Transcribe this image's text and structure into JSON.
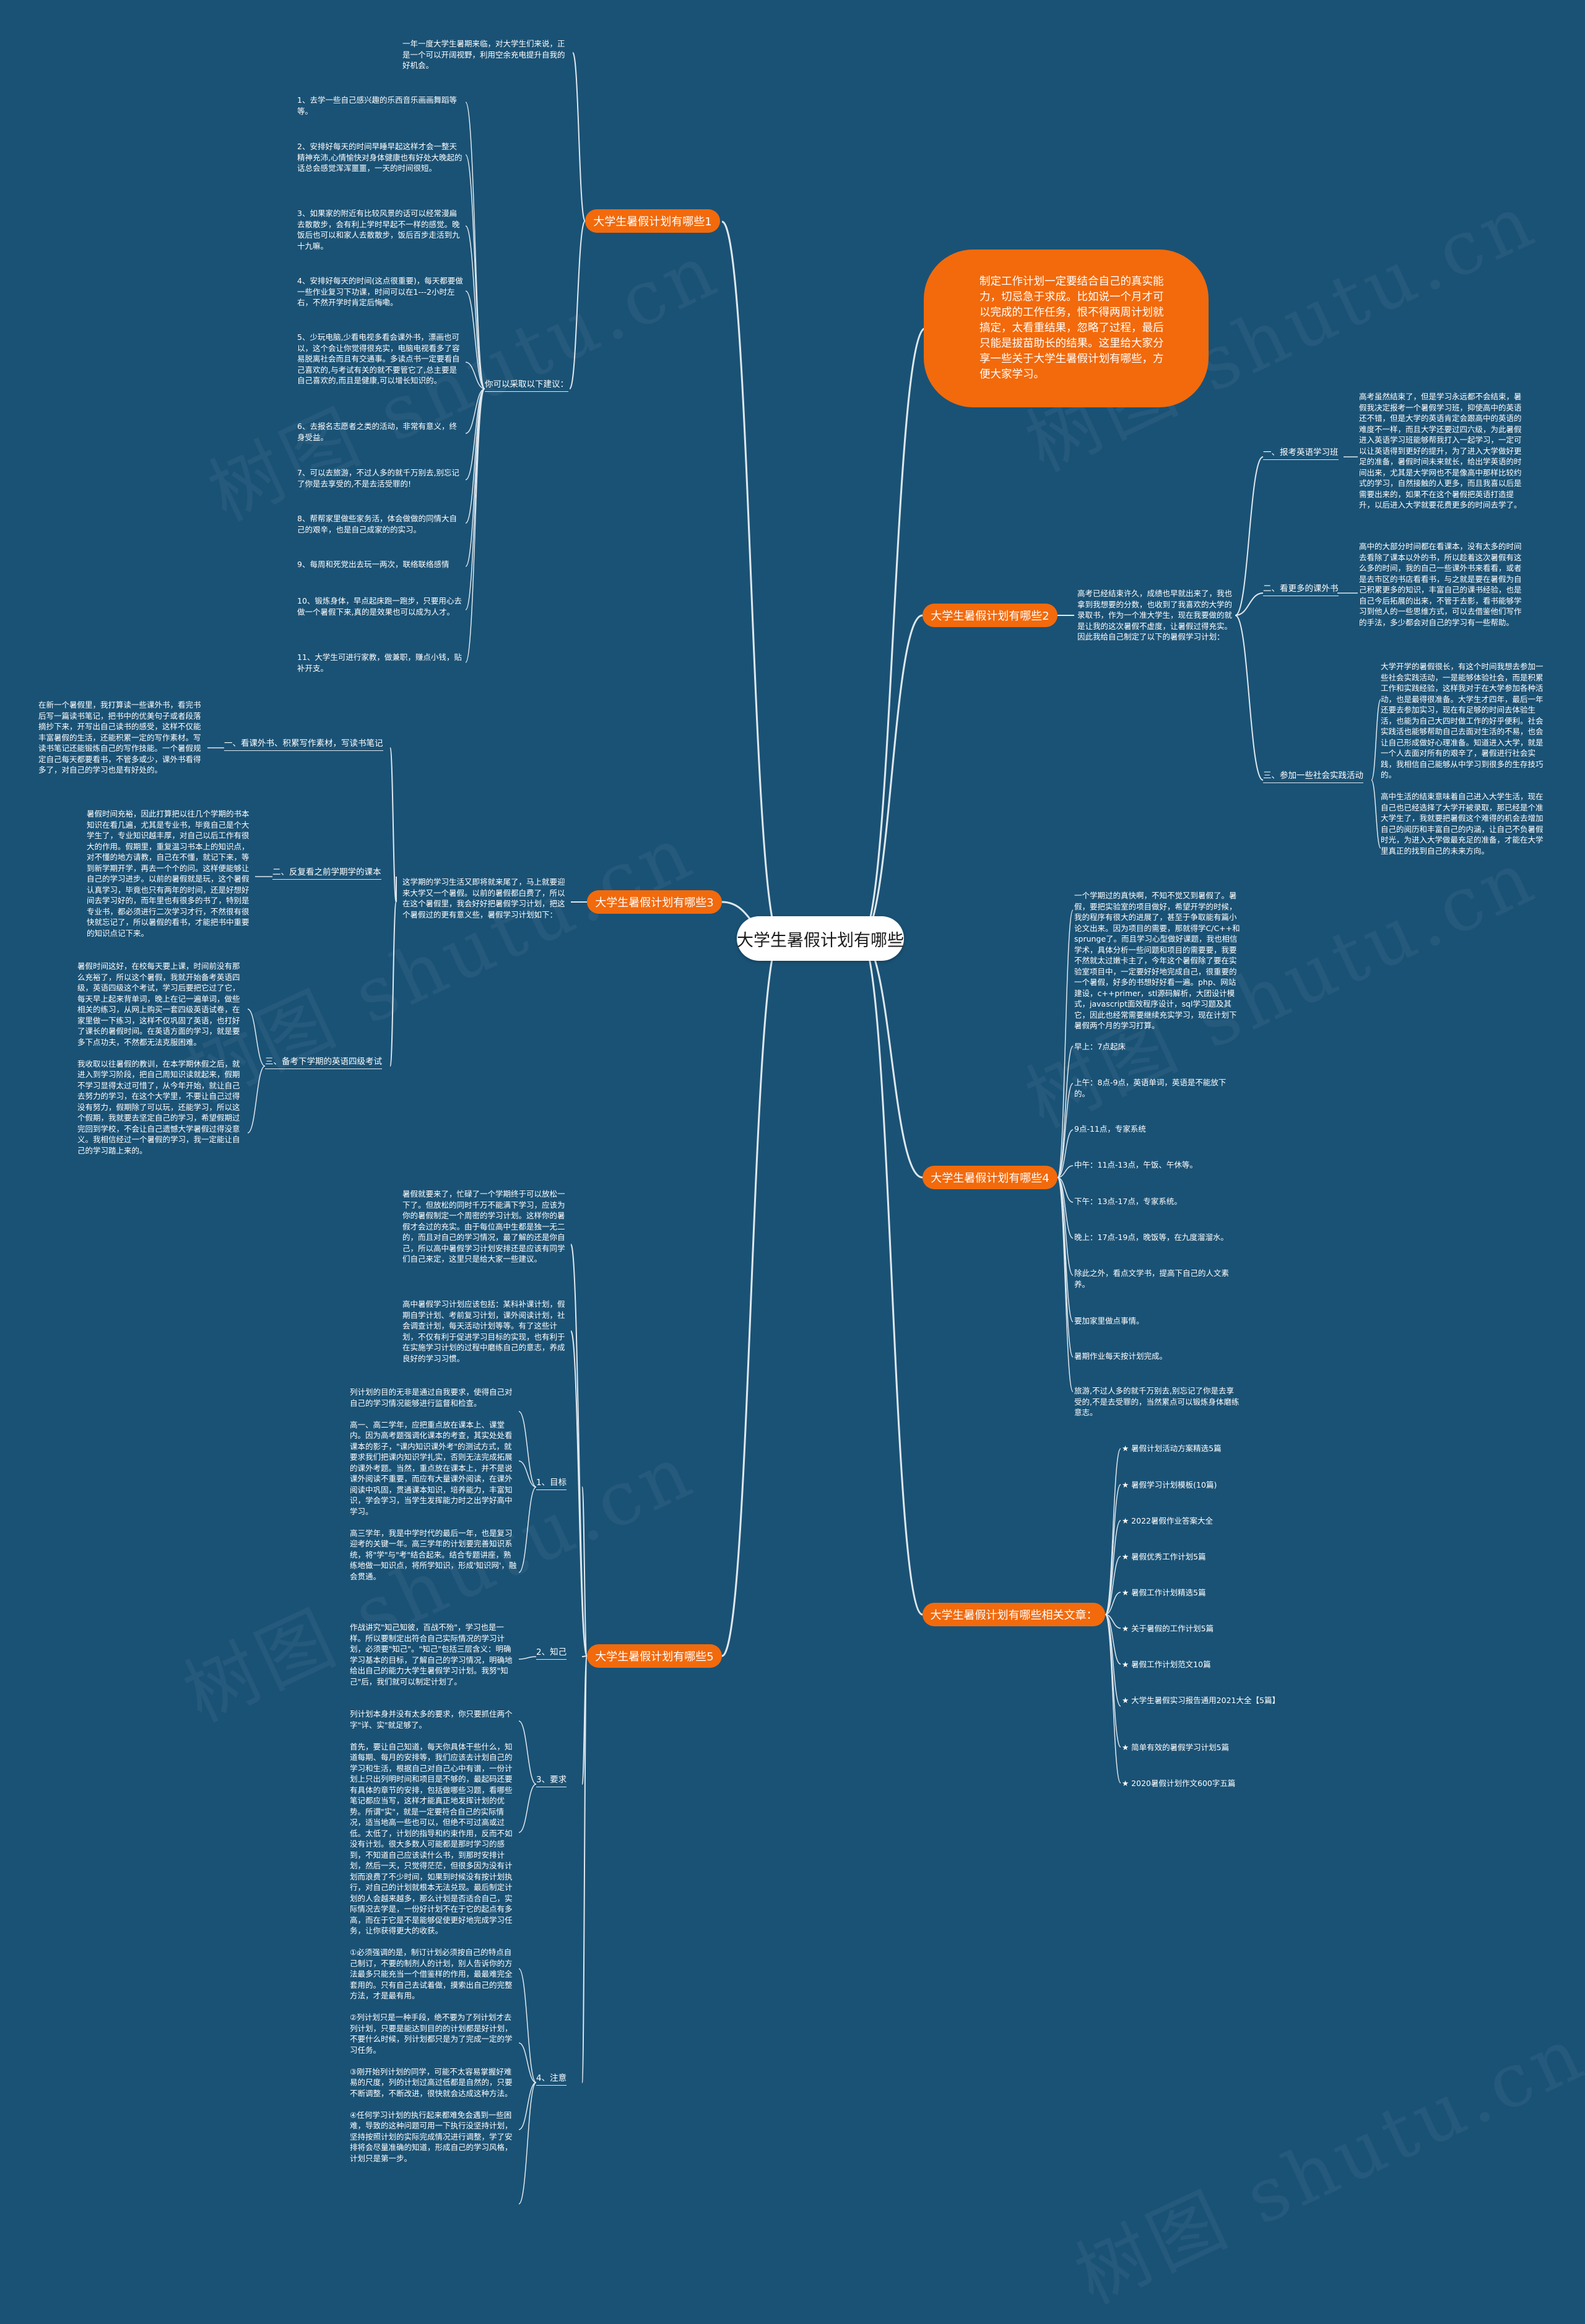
{
  "center": {
    "title": "大学生暑假计划有哪些"
  },
  "intro": {
    "text": "制定工作计划一定要结合自己的真实能力，切忌急于求成。比如说一个月才可以完成的工作任务，恨不得两周计划就搞定，太看重结果，忽略了过程，最后只能是拔苗助长的结果。这里给大家分享一些关于大学生暑假计划有哪些，方便大家学习。"
  },
  "b1": {
    "label": "大学生暑假计划有哪些1",
    "intro": "一年一度大学生暑期来临，对大学生们来说，正是一个可以开阔视野，利用空余充电提升自我的好机会。",
    "sub": "你可以采取以下建议：",
    "items": [
      "1、去学一些自己感兴趣的乐西音乐画画舞蹈等等。",
      "2、安排好每天的时间早睡早起这样才会一整天精神充沛,心情愉快对身体健康也有好处大晚起的话总会感觉浑浑噩噩，一天的时间很短。",
      "3、如果家的附近有比较风景的话可以经常漫扁去散散步，会有利上学时早起不一样的感觉。晚饭后也可以和家人去散散步，饭后百步走活到九十九嘛。",
      "4、安排好每天的时间(这点很重要)，每天都要做一些作业复习下功课，时间可以在1---2小时左右，不然开学时肯定后悔嘞。",
      "5、少玩电脑,少看电视多看会课外书，漂画也可以，这个会让你觉得很充实，电脑电视看多了容易脱离社会而且有交通事。多读点书一定要看自己喜欢的,与考试有关的就不要管它了,总主要是自己喜欢的,而且是健康,可以增长知识的。",
      "6、去报名志愿者之类的活动，非常有意义，终身受益。",
      "7、可以去旅游，不过人多的就千万别去,别忘记了你是去享受的,不是去活受罪的!",
      "8、帮帮家里做些家务活，体会做做的同情大自己的艰辛，也是自己成家的的实习。",
      "9、每周和死党出去玩一两次，联络联络感情",
      "10、锻炼身体，早点起床跑一跑步，只要用心去做一个暑假下来,真的是效果也可以成为人才。",
      "11、大学生可进行家教，做兼职，赚点小钱，贴补开支。"
    ]
  },
  "b2": {
    "label": "大学生暑假计划有哪些2",
    "intro": "高考已经结束许久，成绩也早就出来了，我也拿到我想要的分数，也收到了我喜欢的大学的录取书，作为一个准大学生，现在我要做的就是让我的这次暑假不虚度，让暑假过得充实。因此我给自己制定了以下的暑假学习计划：",
    "subs": [
      {
        "label": "一、报考英语学习班",
        "text": "高考虽然结束了，但是学习永远都不会结束，暑假我决定报考一个暑假学习班，抑使高中的英语还不错，但是大学的英语肯定会跟高中的英语的难度不一样，而且大学还要过四六级，为此暑假进入英语学习班能够帮我打入一起学习，一定可以让英语得到更好的提升，为了进入大学做好更足的准备，暑假时间未来就长，给出学英语的时间出来，尤其是大学网也不是像高中那样比较约式的学习，自然接触的人更多，而且我喜以后是需要出来的，如果不在这个暑假把英语打造提升，以后进入大学就要花费更多的时间去学了。"
      },
      {
        "label": "二、看更多的课外书",
        "text": "高中的大部分时间都在看课本，没有太多的时间去看除了课本以外的书，所以趁着这次暑假有这么多的时间，我的自己一些课外书来看看，或者是去市区的书店看看书，与之就是要在暑假为自己积累更多的知识，丰富自己的课书经验，也是自己今后拓展的出来，不管于去影，看书能够学习到他人的一些思维方式，可以去借鉴他们写作的手法，多少都会对自己的学习有一些帮助。"
      },
      {
        "label": "三、参加一些社会实践活动",
        "text": "大学开学的暑假很长，有这个时间我想去参加一些社会实践活动，一是能够体验社会，而是积累工作和实践经验，这样我对于在大学参加各种活动，也是最得很准备。大学生才四年，最后一年还要去参加实习，现在有足够的时间去体验生活，也能为自己大四时做工作的好乎便利。社会实践活也能够帮助自己去面对生活的不易，也会让自己形成做好心理准备。知道进入大学，就是一个人去面对所有的艰辛了，暑假进行社会实践，我相信自己能够从中学习到很多的生存技巧的。\n\n高中生活的结束意味着自己进入大学生活，现在自己也已经选择了大学开被录取，那已经是个准大学生了，我就要把暑假这个难得的机会去增加自己的阅历和丰富自己的内涵，让自己不负暑假时光，为进入大学做最充足的准备，才能在大学里真正的找到自己的未来方向。"
      }
    ]
  },
  "b3": {
    "label": "大学生暑假计划有哪些3",
    "intro": "这学期的学习生活又即将就来尾了，马上就要迎来大学又一个暑假。以前的暑假都白费了，所以在这个暑假里，我会好好把暑假学习计划，把这个暑假过的更有意义些，暑假学习计划如下：",
    "subs": [
      {
        "label": "一、看课外书、积累写作素材，写读书笔记",
        "text": "在新一个暑假里，我打算读一些课外书，看完书后写一篇读书笔记，把书中的优美句子或者段落摘抄下来，开写出自己读书的感受，这样不仅能丰富暑假的生活，还能积累一定的写作素材。写读书笔记还能锻炼自己的写作技能。一个暑假规定自己每天都要看书，不管多或少，课外书看得多了，对自己的学习也是有好处的。"
      },
      {
        "label": "二、反复看之前学期学的课本",
        "text": "暑假时间充裕，因此打算把以往几个学期的书本知识在看几遍，尤其是专业书，毕竟自己是个大学生了，专业知识越丰厚，对自己以后工作有很大的作用。假期里，重复温习书本上的知识点，对不懂的地方请教，自己在不懂，就记下来，等到新学期开学，再去一个个的问。这样便能够让自己的学习进步。以前的暑假就是玩，这个暑假认真学习，毕竟也只有两年的时间，还是好想好间去学习好的，而年里也有很多的书了，特别是专业书，都必须进行二次学习才行，不然很有很快就忘记了，所以暑假的看书，才能把书中重要的知识点记下来。"
      },
      {
        "label": "三、备考下学期的英语四级考试",
        "text": "暑假时间这好，在校每天要上课，时间前没有那么充裕了，所以这个暑假，我就开始备考英语四级，英语四级这个考试，学习后要把它过了它，每天早上起来背单词，晚上在记一遍单词，做些相关的练习，从网上购买一套四级英语试卷，在家里做一下练习，这样不仅巩固了英语，也打好了课长的暑假时间。在英语方面的学习，就是要多下点功夫，不然都无法克服困难。\n\n我收取以往暑假的教训，在本学期休假之后，就进入到学习阶段，把自己周知识读就起来，假期不学习显得太过可惜了，从今年开始，就让自己去努力的学习，在这个大学里，不要让自己过得没有努力，假期除了可以玩，还能学习，所以这个假期，我就要去坚定自己的学习，希望假期过完回到学校，不会让自己遗憾大学暑假过得没意义。我相信经过一个暑假的学习，我一定能让自己的学习踏上来的。"
      }
    ]
  },
  "b4": {
    "label": "大学生暑假计划有哪些4",
    "intro": "一个学期过的真快啊，不知不觉又到暑假了。暑假，要把实验室的项目做好，希望开学的时候，我的程序有很大的进展了，甚至于争取能有篇小论文出来。因为项目的需要，那就得学C/C++和sprunge了。而且学习心型做好课题，我也相信学术，具体分析一些问题和项目的需要要，我要不然就太过嫩卡主了，今年这个暑假除了要在实验室项目中，一定要好好地完成自己，很重要的一个暑假，好多的书想好好看一遍。php、网站建设，c++primer，stl源码解析，大团设计模式，javascript面效程序设计，sql学习题及其它，因此也经常需要继续充实学习，现在计划下暑假两个月的学习打算。",
    "items": [
      "早上：7点起床",
      "上午：8点-9点，英语单词，英语是不能放下的。",
      "9点-11点，专家系统",
      "中午：11点-13点，午饭、午休等。",
      "下午：13点-17点，专家系统。",
      "晚上：17点-19点，晚饭等，在九度溜溜水。",
      "除此之外，看点文学书，提高下自己的人文素养。",
      "要加家里做点事情。",
      "暑期作业每天按计划完成。",
      "旅游,不过人多的就千万别去,别忘记了你是去享受的,不是去受罪的，当然累点可以锻炼身体磨练意志。"
    ]
  },
  "b5": {
    "label": "大学生暑假计划有哪些5",
    "intro1": "暑假就要来了，忙碌了一个学期终于可以放松一下了。但放松的同时千万不能满下学习，应该为你的暑假制定一个周密的学习计划。这样你的暑假才会过的充实。由于每位高中生都是独一无二的，而且对自己的学习情况，最了解的还是你自己，所以高中暑假学习计划安排还是应该有同学们自己来定，这里只是给大家一些建议。",
    "intro2": "高中暑假学习计划应该包括：某科补课计划，假期自学计划、考前复习计划，课外阅读计划，社会调查计划，每天活动计划等等。有了这些计划，不仅有利于促进学习目标的实现，也有利于在实施学习计划的过程中磨练自己的意志，养成良好的学习习惯。",
    "subs": [
      {
        "label": "1、目标",
        "text": "列计划的目的无非是通过自我要求，使得自己对自己的学习情况能够进行监督和检查。\n\n高一、高二学年，应把重点放在课本上、课堂内。因为高考题强调化课本的考查，其实处处看课本的影子，\"课内知识课外考\"的测试方式，就要求我们把课内知识学扎实，否则无法完成拓展的课外考题。当然，重点放在课本上，并不是说课外阅读不重要，而应有大量课外阅读，在课外阅读中巩固，贯通课本知识，培养能力，丰富知识，学会学习，当学生发挥能力时之出学好高中学习。\n\n高三学年，我是中学时代的最后一年，也是复习迎考的关键一年。高三学年的计划要完善知识系统，将\"学\"与\"考\"结合起来。结合专题讲座，熟练地做一知识点，将所学知识，形成'知识网'，融会贯通。"
      },
      {
        "label": "2、知己",
        "text": "作战讲究\"知己知彼，百战不殆\"，学习也是一样。所以要制定出符合自己实际情况的学习计划，必须要\"知己\"。\"知己\"包括三层含义：明确学习基本的目标，了解自己的学习情况，明确地给出自己的能力大学生暑假学习计划。我努\"知己\"后，我们就可以制定计划了。"
      },
      {
        "label": "3、要求",
        "text": "列计划本身并没有太多的要求，你只要抓住两个字\"详、实\"就足够了。\n\n首先，要让自己知道，每天你具体干些什么，知道每期、每月的安排等，我们应该去计划自己的学习和生活，根据自己对自己心中有谱，一份计划上只出列明时间和项目是不够的，最起码还要有具体的章节的安排，包括做哪些习题，看哪些笔记都应当写，这样才能真正地发挥计划的优势。所谓\"实\"，就是一定要符合自己的实际情况，适当地高一些也可以，但绝不可过高或过低。太低了，计划的指导和约束作用，反而不如没有计划。很大多数人可能都是那时学习的感到，不知道自己应该读什么书，到那时安排计划，然后一天，只觉得茫茫，但很多因为没有计划而浪费了不少时间，如果到时候没有按计划执行，对自己的计划就根本无法兑现。最后制定计划的人会越来越多，那么计划是否适合自己，实际情况去学是，一份好计划不在于它的起点有多高，而在于它是不是能够促使更好地完成学习任务，让你获得更大的收获。"
      },
      {
        "label": "4、注意",
        "text": "①必须强调的是，制订计划必须按自己的特点自己制订，不要的制剂人的计划，别人告诉你的方法最多只能充当一个借鉴样的作用，最最难完全套用的。只有自己去试着做，摸索出自己的完整方法，才是最有用。\n\n②列计划只是一种手段，绝不要为了列计划才去列计划，只要是能达到目的的计划都是好计划，不要什么时候，列计划都只是为了完成一定的学习任务。\n\n③刚开始列计划的同学，可能不太容易掌握好难易的尺度，列的计划过高过低都是自然的，只要不断调整，不断改进，很快就会达成这种方法。\n\n④任何学习计划的执行起来都难免会遇到一些困难，导致的这种问题可用一下执行没坚持计划，坚持按照计划的实际完成情况进行调整，学了安排将会尽量准确的知道，形成自己的学习风格，计划只是第一步。"
      }
    ]
  },
  "b6": {
    "label": "大学生暑假计划有哪些相关文章：",
    "links": [
      "★ 暑假计划活动方案精选5篇",
      "★ 暑假学习计划模板(10篇)",
      "★ 2022暑假作业答案大全",
      "★ 暑假优秀工作计划5篇",
      "★ 暑假工作计划精选5篇",
      "★ 关于暑假的工作计划5篇",
      "★ 暑假工作计划范文10篇",
      "★ 大学生暑假实习报告通用2021大全【5篇】",
      "★ 简单有效的暑假学习计划5篇",
      "★ 2020暑假计划作文600字五篇"
    ]
  },
  "watermark": {
    "text": "树图 shutu.cn"
  },
  "colors": {
    "background": "#1a5275",
    "branch": "#f26a0c",
    "line": "#dfe8ef",
    "center_bg": "#ffffff"
  }
}
